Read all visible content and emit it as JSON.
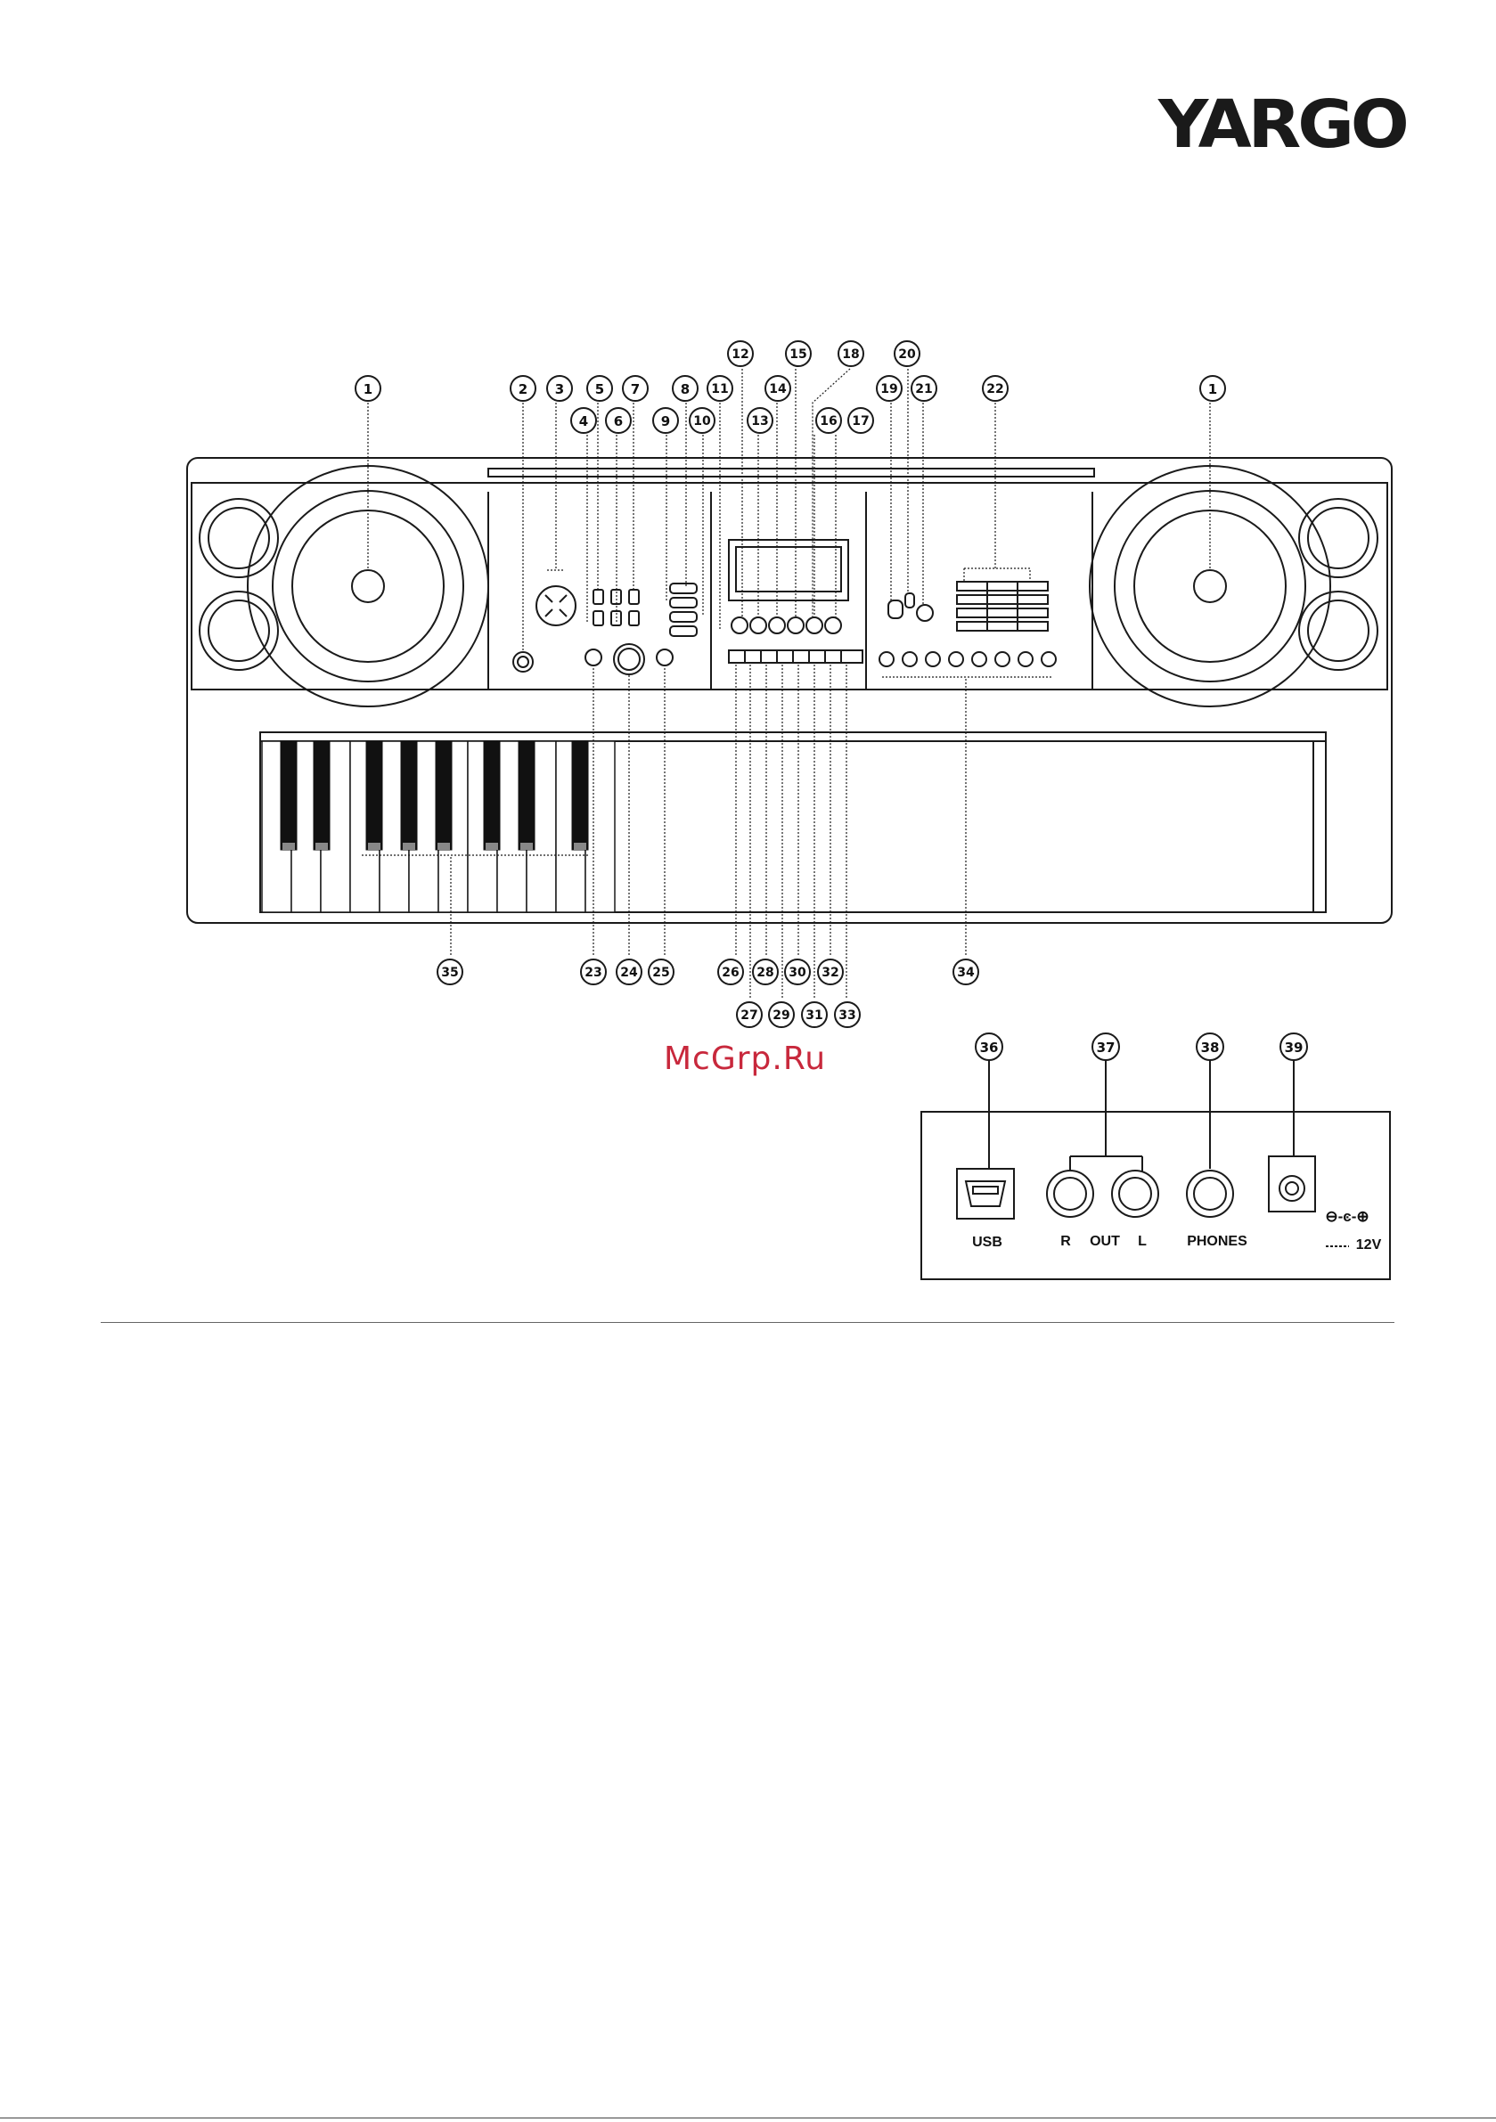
{
  "brand": {
    "logo_text": "YARGO"
  },
  "watermark": "McGrp.Ru",
  "callouts_top": [
    "1",
    "2",
    "3",
    "4",
    "5",
    "6",
    "7",
    "8",
    "9",
    "10",
    "11",
    "12",
    "13",
    "14",
    "15",
    "16",
    "17",
    "18",
    "19",
    "20",
    "21",
    "22",
    "1"
  ],
  "callouts_bottom": [
    "35",
    "23",
    "24",
    "25",
    "26",
    "27",
    "28",
    "29",
    "30",
    "31",
    "32",
    "33",
    "34"
  ],
  "callouts_rear": [
    "36",
    "37",
    "38",
    "39"
  ],
  "rear_panel": {
    "usb_label": "USB",
    "out_r": "R",
    "out_label": "OUT",
    "out_l": "L",
    "phones_label": "PHONES",
    "power_symbol": "⊖-ͼ-⊕",
    "power_voltage": "12V"
  }
}
